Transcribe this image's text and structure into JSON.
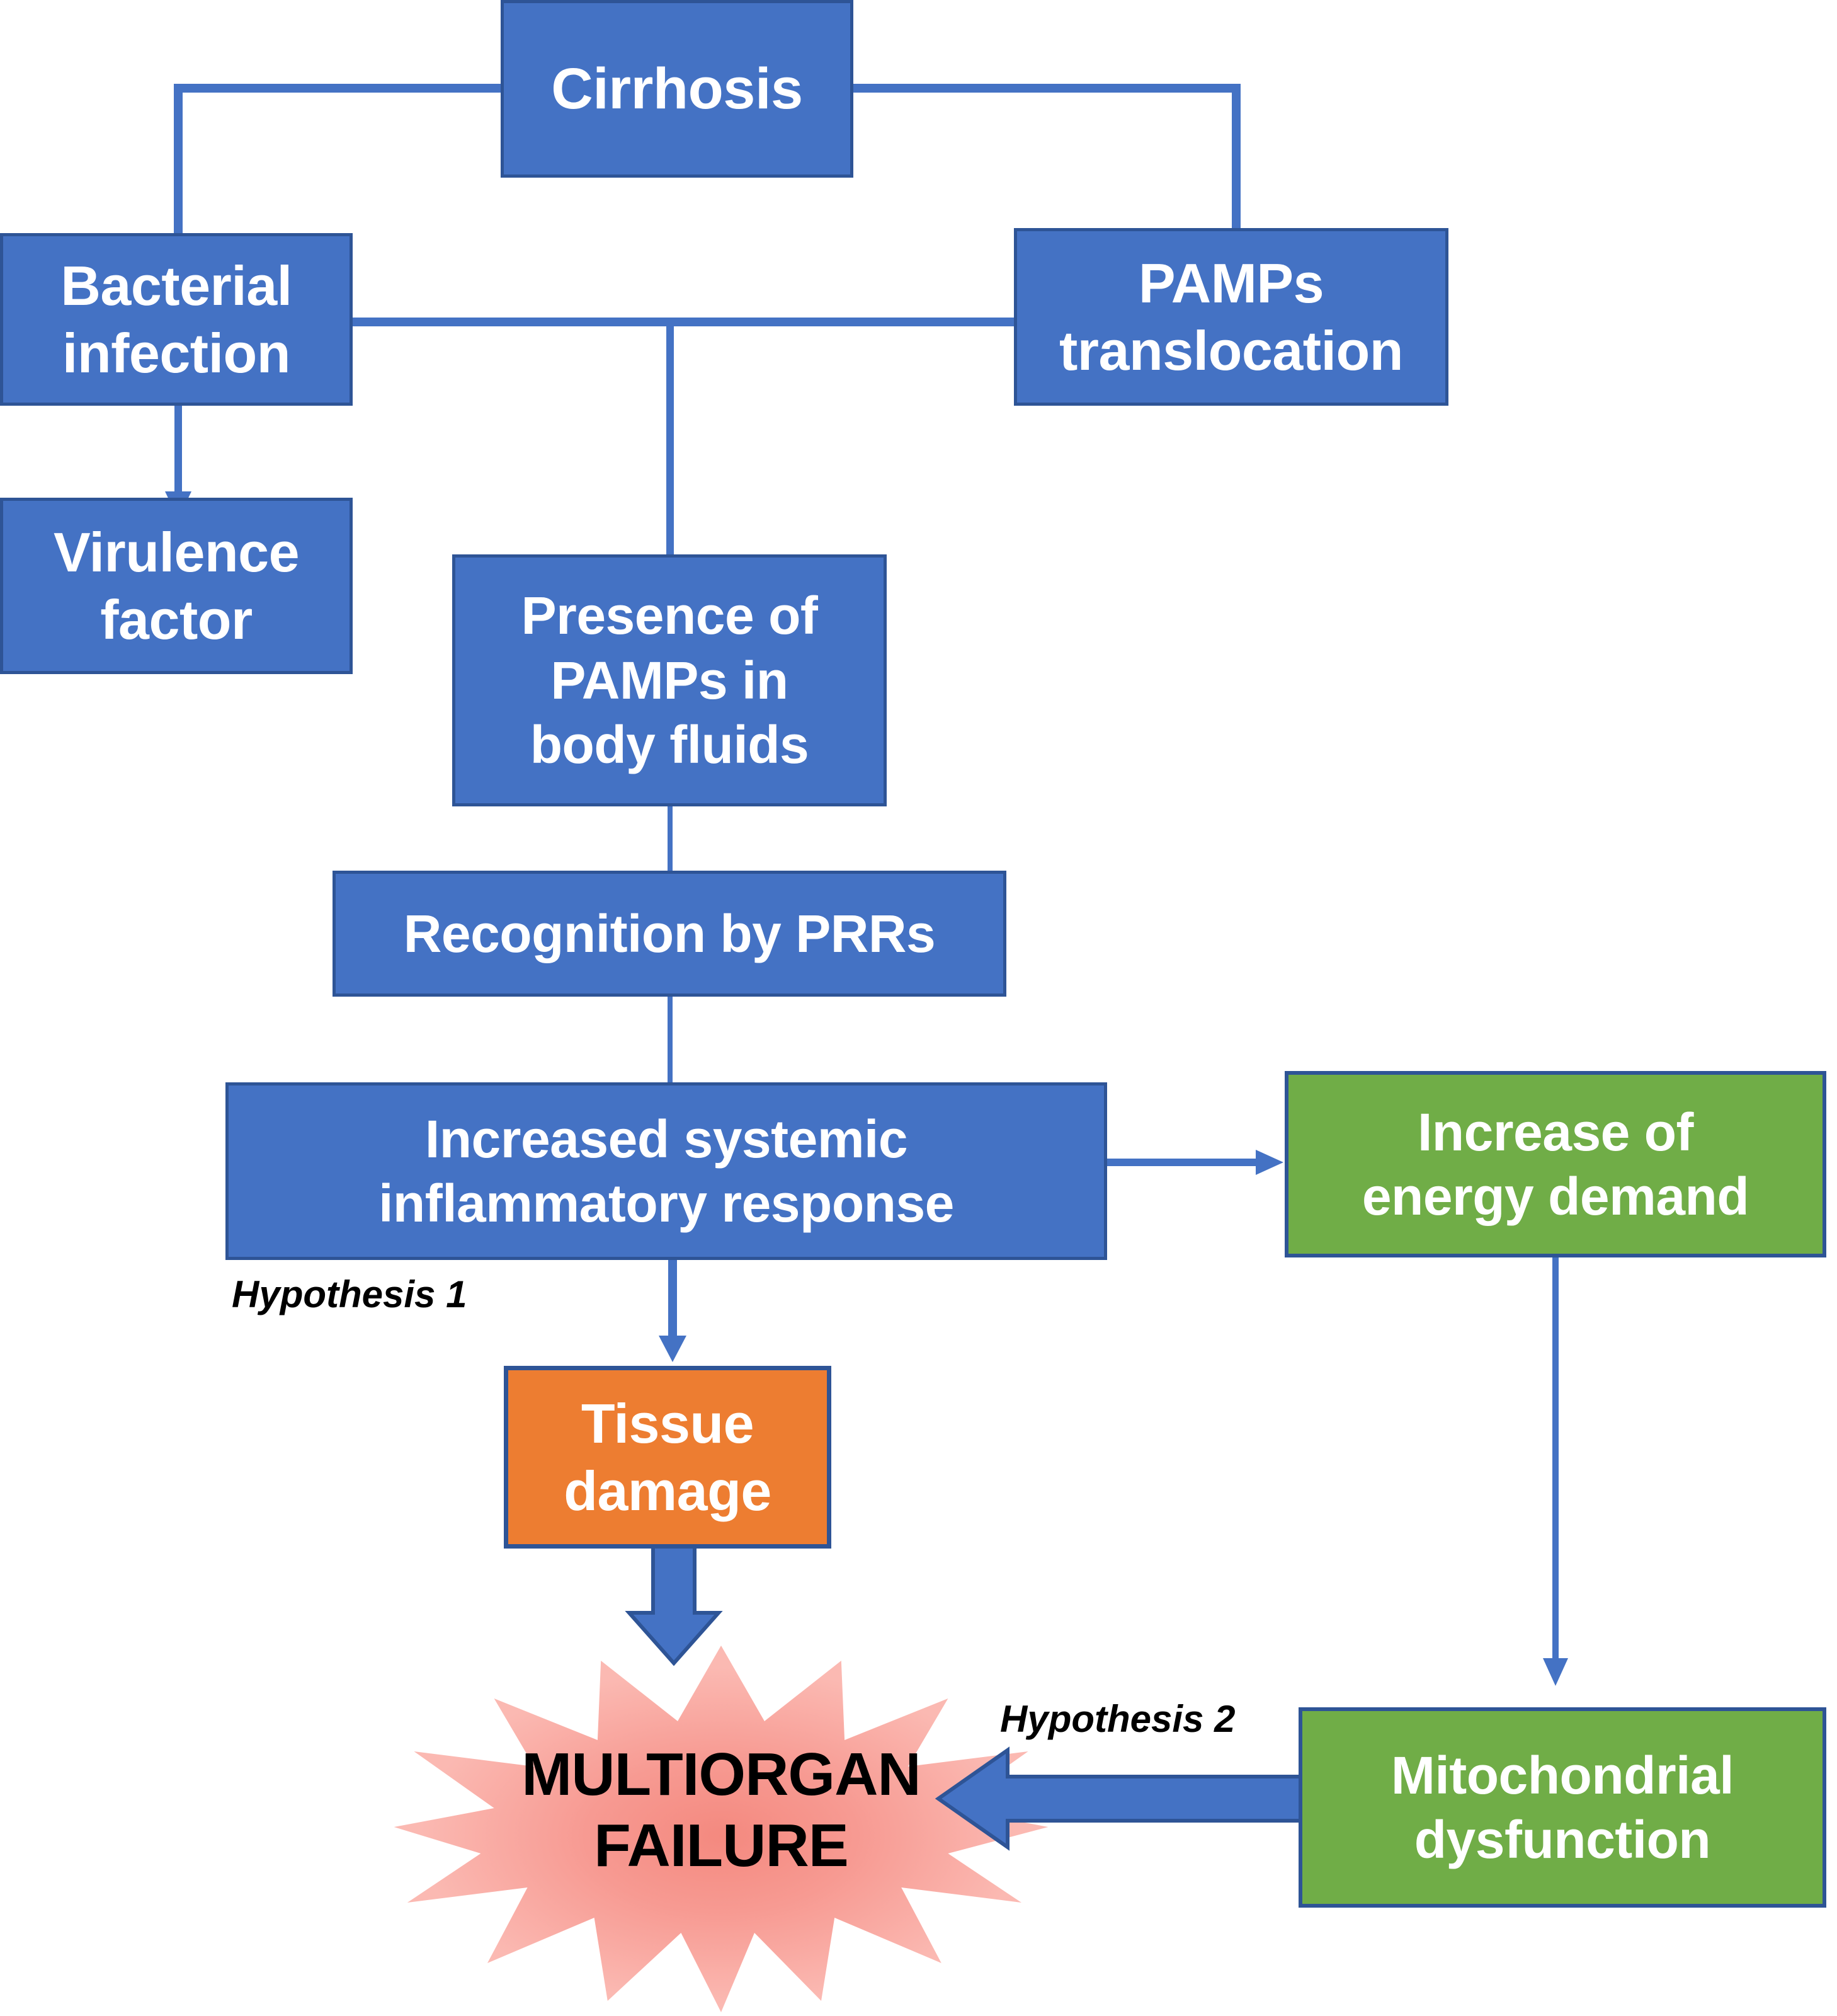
{
  "diagram": {
    "title_text": "",
    "colors": {
      "blue_fill": "#4472C4",
      "blue_border": "#2E5496",
      "green_fill": "#70AD47",
      "orange_fill": "#ED7D31",
      "star_fill_outer": "#F9AFA8",
      "star_fill_inner": "#F4897F",
      "connector": "#4472C4",
      "text_on_box": "#FFFFFF",
      "text_dark": "#000000"
    },
    "nodes": [
      {
        "id": "cirrhosis",
        "label": "Cirrhosis",
        "shape": "rect",
        "color": "blue"
      },
      {
        "id": "bacterial",
        "label": "Bacterial\ninfection",
        "shape": "rect",
        "color": "blue"
      },
      {
        "id": "pamps_trans",
        "label": "PAMPs\ntranslocation",
        "shape": "rect",
        "color": "blue"
      },
      {
        "id": "virulence",
        "label": "Virulence\nfactor",
        "shape": "rect",
        "color": "blue"
      },
      {
        "id": "pamps_body",
        "label": "Presence of\nPAMPs in\nbody fluids",
        "shape": "rect",
        "color": "blue"
      },
      {
        "id": "prr",
        "label": "Recognition by PRRs",
        "shape": "rect",
        "color": "blue"
      },
      {
        "id": "inflam",
        "label": "Increased systemic\ninflammatory response",
        "shape": "rect",
        "color": "blue"
      },
      {
        "id": "energy",
        "label": "Increase of\nenergy demand",
        "shape": "rect",
        "color": "green"
      },
      {
        "id": "tissue",
        "label": "Tissue\ndamage",
        "shape": "rect",
        "color": "orange"
      },
      {
        "id": "mito",
        "label": "Mitochondrial\ndysfunction",
        "shape": "rect",
        "color": "green"
      },
      {
        "id": "mof",
        "label": "MULTIORGAN\nFAILURE",
        "shape": "star",
        "color": "pink"
      }
    ],
    "annotations": [
      {
        "id": "hyp1",
        "text": "Hypothesis 1"
      },
      {
        "id": "hyp2",
        "text": "Hypothesis 2"
      }
    ],
    "edges": [
      {
        "from": "cirrhosis",
        "to": "bacterial",
        "style": "elbow"
      },
      {
        "from": "cirrhosis",
        "to": "pamps_trans",
        "style": "elbow"
      },
      {
        "from": "bacterial",
        "to": "virulence",
        "style": "arrow-down"
      },
      {
        "from": "bacterial",
        "to": "pamps_body",
        "style": "elbow"
      },
      {
        "from": "pamps_trans",
        "to": "pamps_body",
        "style": "elbow"
      },
      {
        "from": "pamps_body",
        "to": "prr",
        "style": "line"
      },
      {
        "from": "prr",
        "to": "inflam",
        "style": "line"
      },
      {
        "from": "inflam",
        "to": "energy",
        "style": "arrow-right"
      },
      {
        "from": "inflam",
        "to": "tissue",
        "style": "arrow-down",
        "label": "Hypothesis 1"
      },
      {
        "from": "energy",
        "to": "mito",
        "style": "arrow-down"
      },
      {
        "from": "tissue",
        "to": "mof",
        "style": "arrow-down-thick"
      },
      {
        "from": "mito",
        "to": "mof",
        "style": "arrow-left-thick",
        "label": "Hypothesis 2"
      }
    ]
  }
}
